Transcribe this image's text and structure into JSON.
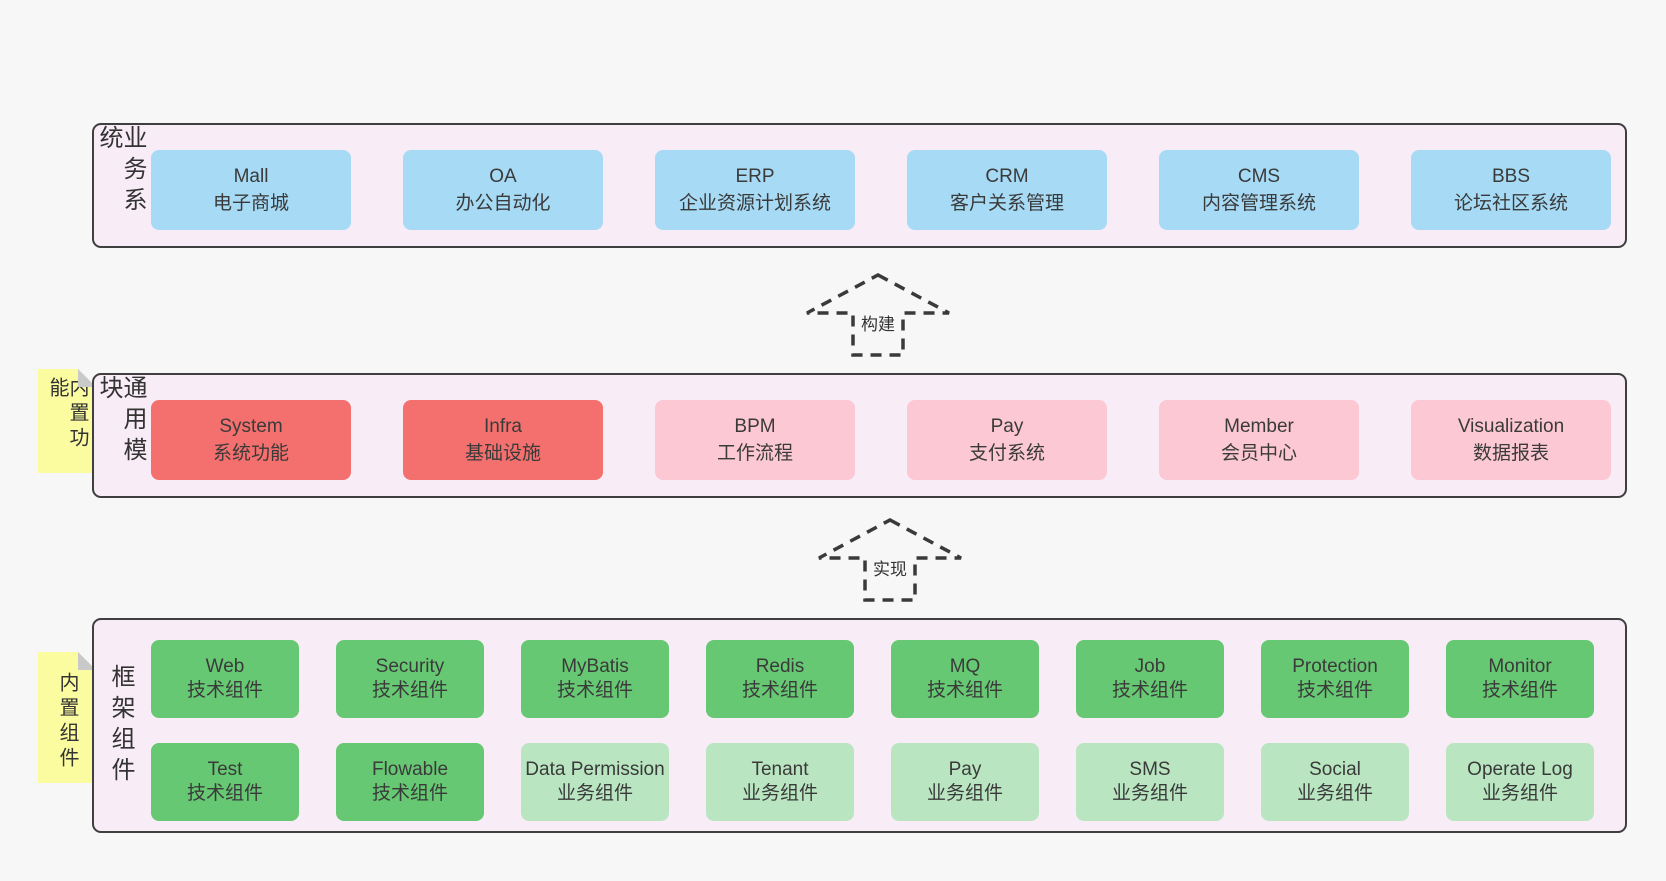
{
  "diagram": {
    "sections": {
      "business": {
        "label": "业务系统",
        "boxes": [
          {
            "name": "Mall",
            "desc": "电子商城"
          },
          {
            "name": "OA",
            "desc": "办公自动化"
          },
          {
            "name": "ERP",
            "desc": "企业资源计划系统"
          },
          {
            "name": "CRM",
            "desc": "客户关系管理"
          },
          {
            "name": "CMS",
            "desc": "内容管理系统"
          },
          {
            "name": "BBS",
            "desc": "论坛社区系统"
          }
        ]
      },
      "modules": {
        "label": "通用模块",
        "sticky": "内置功能",
        "boxes": [
          {
            "name": "System",
            "desc": "系统功能"
          },
          {
            "name": "Infra",
            "desc": "基础设施"
          },
          {
            "name": "BPM",
            "desc": "工作流程"
          },
          {
            "name": "Pay",
            "desc": "支付系统"
          },
          {
            "name": "Member",
            "desc": "会员中心"
          },
          {
            "name": "Visualization",
            "desc": "数据报表"
          }
        ]
      },
      "framework": {
        "label": "框架组件",
        "sticky": "内置组件",
        "row1": [
          {
            "name": "Web",
            "desc": "技术组件"
          },
          {
            "name": "Security",
            "desc": "技术组件"
          },
          {
            "name": "MyBatis",
            "desc": "技术组件"
          },
          {
            "name": "Redis",
            "desc": "技术组件"
          },
          {
            "name": "MQ",
            "desc": "技术组件"
          },
          {
            "name": "Job",
            "desc": "技术组件"
          },
          {
            "name": "Protection",
            "desc": "技术组件"
          },
          {
            "name": "Monitor",
            "desc": "技术组件"
          }
        ],
        "row2": [
          {
            "name": "Test",
            "desc": "技术组件"
          },
          {
            "name": "Flowable",
            "desc": "技术组件"
          },
          {
            "name": "Data Permission",
            "desc": "业务组件"
          },
          {
            "name": "Tenant",
            "desc": "业务组件"
          },
          {
            "name": "Pay",
            "desc": "业务组件"
          },
          {
            "name": "SMS",
            "desc": "业务组件"
          },
          {
            "name": "Social",
            "desc": "业务组件"
          },
          {
            "name": "Operate Log",
            "desc": "业务组件"
          }
        ]
      }
    },
    "arrows": {
      "build": "构建",
      "implement": "实现"
    },
    "colors": {
      "page_bg": "#f7f7f7",
      "panel_bg": "#f8ecf6",
      "panel_border": "#3f3f3f",
      "blue_box": "#a6daf5",
      "red_box": "#f4706e",
      "pink_box": "#fcc8d3",
      "green_box": "#67c873",
      "light_green_box": "#b9e6c1",
      "sticky_note": "#fbfba0",
      "fold_gray": "#c9c9c9",
      "text": "#3a3a3a"
    }
  }
}
